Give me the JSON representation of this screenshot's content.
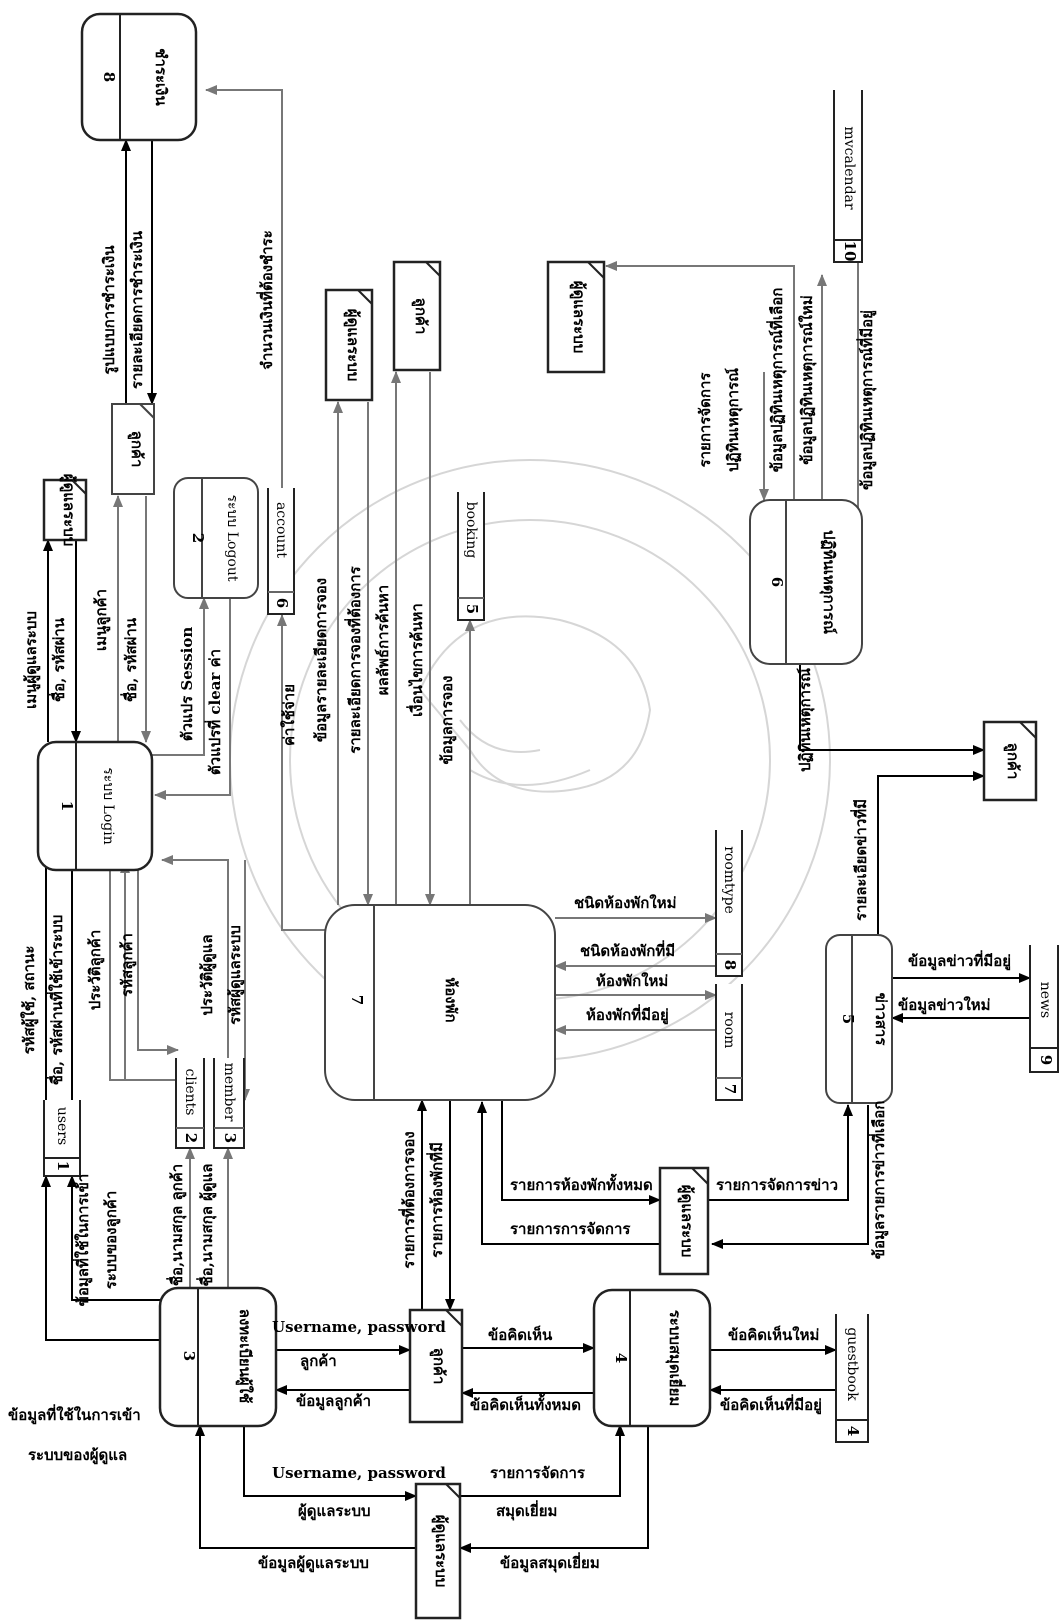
{
  "processes": [
    {
      "id": "p1",
      "num": "1",
      "name": "ระบบ Login"
    },
    {
      "id": "p2",
      "num": "2",
      "name": "ระบบ Logout"
    },
    {
      "id": "p3",
      "num": "3",
      "name": "ลงทะเบียนผู้ใช้"
    },
    {
      "id": "p4",
      "num": "4",
      "name": "ระบบสมุดเยี่ยม"
    },
    {
      "id": "p5",
      "num": "5",
      "name": "ข่าวสาร"
    },
    {
      "id": "p6",
      "num": "6",
      "name": "ปฏิทินเหตุการณ์"
    },
    {
      "id": "p7",
      "num": "7",
      "name": "ห้องพัก"
    },
    {
      "id": "p8",
      "num": "8",
      "name": "ชำระเงิน"
    }
  ],
  "stores": [
    {
      "id": "s1",
      "num": "1",
      "name": "users"
    },
    {
      "id": "s2",
      "num": "2",
      "name": "clients"
    },
    {
      "id": "s3",
      "num": "3",
      "name": "member"
    },
    {
      "id": "s4",
      "num": "4",
      "name": "guestbook"
    },
    {
      "id": "s5",
      "num": "5",
      "name": "booking"
    },
    {
      "id": "s6",
      "num": "6",
      "name": "account"
    },
    {
      "id": "s7",
      "num": "7",
      "name": "room"
    },
    {
      "id": "s8",
      "num": "8",
      "name": "roomtype"
    },
    {
      "id": "s9",
      "num": "9",
      "name": "news"
    },
    {
      "id": "s10",
      "num": "10",
      "name": "mvcalendar"
    }
  ],
  "externals": {
    "admin": "ผู้ดูแลระบบ",
    "customer": "ลูกค้า"
  },
  "flows": {
    "f1": "รหัสผู้ใช้, สถานะ",
    "f2": "ชื่อ, รหัสผ่านที่ใช้เข้าระบบ",
    "f3": "เมนูผู้ดูแลระบบ",
    "f4": "ชื่อ, รหัสผ่าน",
    "f5": "เมนูลูกค้า",
    "f6": "ชื่อ, รหัสผ่าน",
    "f7": "ตัวแปร Session",
    "f8": "ตัวแปรที่ clear ค่า",
    "f9": "ประวัติลูกค้า",
    "f10": "รหัสลูกค้า",
    "f11": "ประวัติผู้ดูแล",
    "f12": "รหัสผู้ดูแลระบบ",
    "f13": "ข้อมูลที่ใช้ในการเข้า",
    "f14": "ระบบของลูกค้า",
    "f15": "ชื่อ,นามสกุล ลูกค้า",
    "f16": "ชื่อ,นามสกุล ผู้ดูแล",
    "f17": "ข้อมูลที่ใช้ในการเข้า",
    "f18": "ระบบของผู้ดูแล",
    "f19": "Username, password",
    "f20": "ลูกค้า",
    "f21": "ข้อมูลลูกค้า",
    "f22": "Username, password",
    "f23": "ผู้ดูแลระบบ",
    "f24": "ข้อมูลผู้ดูแลระบบ",
    "f25": "ข้อคิดเห็น",
    "f26": "ข้อคิดเห็นทั้งหมด",
    "f27": "ข้อคิดเห็นใหม่",
    "f28": "ข้อคิดเห็นที่มีอยู่",
    "f29": "รายการจัดการ",
    "f30": "สมุดเยี่ยม",
    "f31": "ข้อมูลสมุดเยี่ยม",
    "f32": "รายการที่ต้องการจอง",
    "f33": "รายการห้องพักที่มี",
    "f34": "รายการห้องพักทั้งหมด",
    "f35": "รายการการจัดการ",
    "f36": "รายการจัดการข่าว",
    "f37": "ห้องพักใหม่",
    "f38": "ห้องพักที่มีอยู่",
    "f39": "ชนิดห้องพักใหม่",
    "f40": "ชนิดห้องพักที่มี",
    "f41": "ค่าใช้จ่าย",
    "f42": "ข้อมูลรายละเอียดการจอง",
    "f43": "รายละเอียดการจองที่ต้องการ",
    "f44": "ผลลัพธ์การค้นหา",
    "f45": "เงื่อนไขการค้นหา",
    "f46": "ข้อมูลการจอง",
    "f47": "จำนวนเงินที่ต้องชำระ",
    "f48": "รูปแบบการชำระเงิน",
    "f49": "รายละเอียดการชำระเงิน",
    "f50": "ข้อมูลข่าวที่มีอยู่",
    "f51": "ข้อมูลข่าวใหม่",
    "f52": "ข้อมูลรายการข่าวที่เลือก",
    "f53": "รายละเอียดข่าวที่มี",
    "f54": "ปฏิทินเหตุการณ์",
    "f55": "รายการจัดการ",
    "f56": "ปฏิทินเหตุการณ์",
    "f57": "ข้อมูลปฏิทินเหตุการณ์ที่เลือก",
    "f58": "ข้อมูลปฏิทินเหตุการณ์ใหม่",
    "f59": "ข้อมูลปฏิทินเหตุการณ์ที่มีอยู่"
  }
}
